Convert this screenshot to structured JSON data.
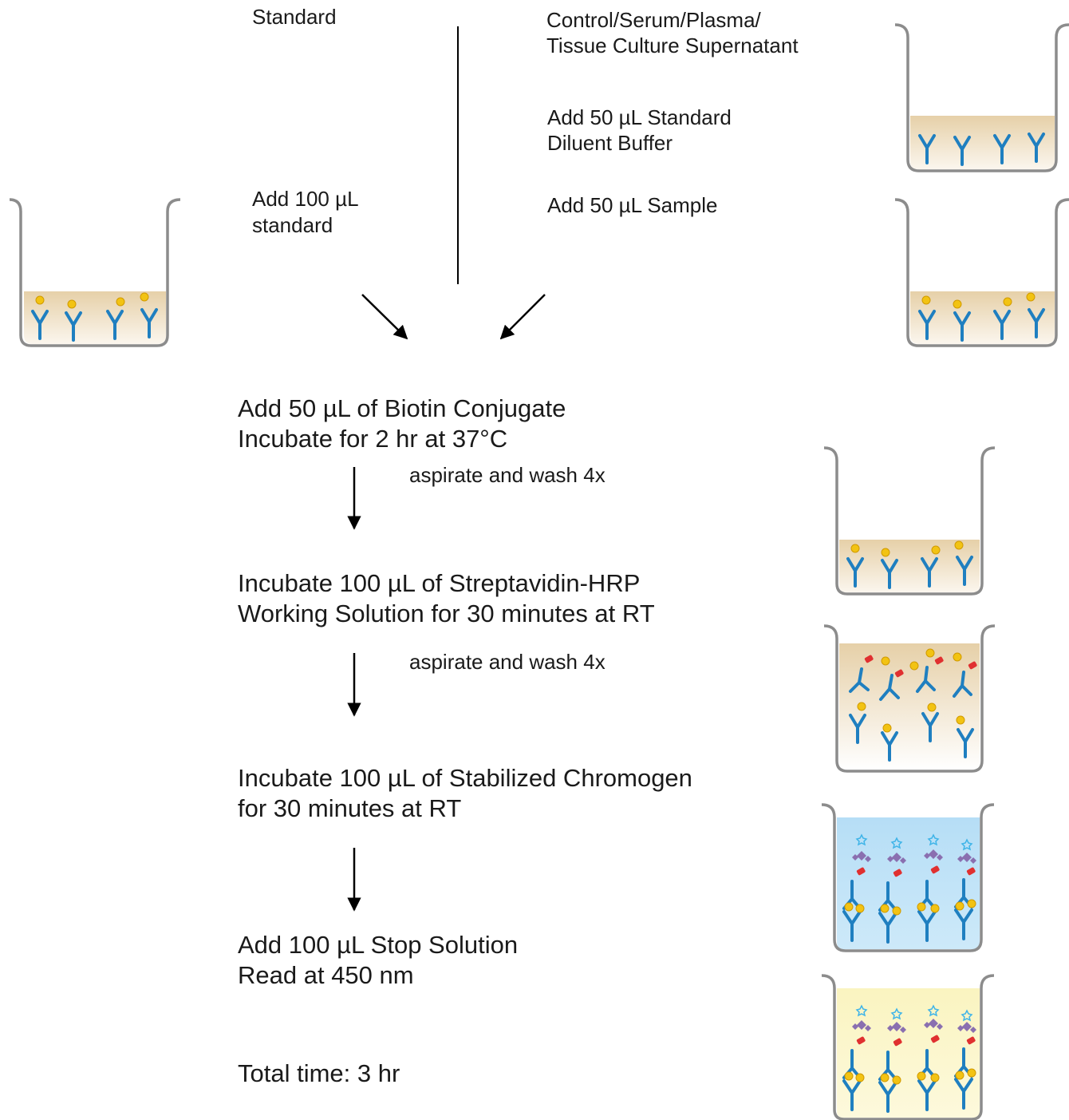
{
  "left_column": {
    "heading": "Standard",
    "step_line1": "Add 100 µL",
    "step_line2": "standard"
  },
  "right_column": {
    "heading_line1": "Control/Serum/Plasma/",
    "heading_line2": "Tissue Culture Supernatant",
    "step1_line1": "Add 50 µL Standard",
    "step1_line2": "Diluent Buffer",
    "step2": "Add 50 µL Sample"
  },
  "steps": [
    {
      "line1": "Add 50 µL of Biotin Conjugate",
      "line2": "Incubate for 2 hr at 37°C"
    },
    {
      "line1": "Incubate 100 µL of Streptavidin-HRP",
      "line2": "Working Solution for 30 minutes at RT"
    },
    {
      "line1": "Incubate 100 µL of Stabilized Chromogen",
      "line2": "for 30 minutes at RT"
    },
    {
      "line1": "Add 100 µL Stop Solution",
      "line2": "Read at 450 nm"
    }
  ],
  "wash_labels": [
    "aspirate and wash 4x",
    "aspirate and wash 4x"
  ],
  "total_time": "Total time: 3 hr",
  "colors": {
    "antibody": "#1f7fc0",
    "antigen": "#f2c313",
    "hrp_label": "#e03030",
    "streptavidin": "#8a6fb0",
    "chromogen_solution": "#bfe3f7",
    "stop_solution": "#fbf6c6",
    "buffer": "#e8d4b0",
    "well_outline": "#8c8c8c"
  }
}
